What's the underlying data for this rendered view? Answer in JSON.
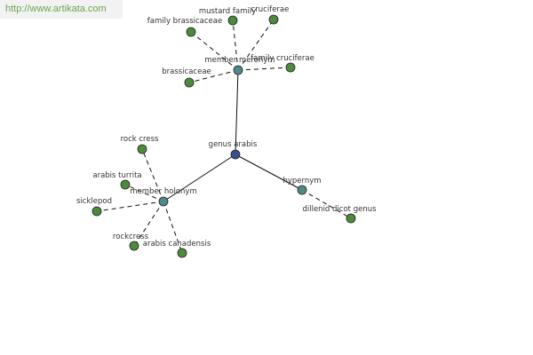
{
  "watermark": "http://www.artikata.com",
  "colors": {
    "root": "#3d4e8f",
    "relation": "#4e8a8a",
    "leaf": "#4b8b3b",
    "stroke": "#222222",
    "edge": "#111111"
  },
  "graph": {
    "nodes": [
      {
        "id": "genus-arabis",
        "label": "genus arabis",
        "kind": "root"
      },
      {
        "id": "member-meronym",
        "label": "member meronym",
        "kind": "relation"
      },
      {
        "id": "member-holonym",
        "label": "member holonym",
        "kind": "relation"
      },
      {
        "id": "hypernym",
        "label": "hypernym",
        "kind": "relation"
      },
      {
        "id": "mustard-family",
        "label": "mustard family",
        "kind": "leaf"
      },
      {
        "id": "cruciferae",
        "label": "cruciferae",
        "kind": "leaf"
      },
      {
        "id": "family-brassicaceae",
        "label": "family brassicaceae",
        "kind": "leaf"
      },
      {
        "id": "family-cruciferae",
        "label": "family cruciferae",
        "kind": "leaf"
      },
      {
        "id": "brassicaceae",
        "label": "brassicaceae",
        "kind": "leaf"
      },
      {
        "id": "rock-cress",
        "label": "rock cress",
        "kind": "leaf"
      },
      {
        "id": "arabis-turrita",
        "label": "arabis turrita",
        "kind": "leaf"
      },
      {
        "id": "sicklepod",
        "label": "sicklepod",
        "kind": "leaf"
      },
      {
        "id": "rockcress",
        "label": "rockcress",
        "kind": "leaf"
      },
      {
        "id": "arabis-canadensis",
        "label": "arabis canadensis",
        "kind": "leaf"
      },
      {
        "id": "dillenid-dicot-genus",
        "label": "dillenid dicot genus",
        "kind": "leaf"
      }
    ],
    "edges": [
      {
        "from": "genus-arabis",
        "to": "member-meronym",
        "style": "solid"
      },
      {
        "from": "genus-arabis",
        "to": "member-holonym",
        "style": "solid"
      },
      {
        "from": "genus-arabis",
        "to": "hypernym",
        "style": "solid"
      },
      {
        "from": "member-meronym",
        "to": "mustard-family",
        "style": "dashed"
      },
      {
        "from": "member-meronym",
        "to": "cruciferae",
        "style": "dashed"
      },
      {
        "from": "member-meronym",
        "to": "family-brassicaceae",
        "style": "dashed"
      },
      {
        "from": "member-meronym",
        "to": "family-cruciferae",
        "style": "dashed"
      },
      {
        "from": "member-meronym",
        "to": "brassicaceae",
        "style": "dashed"
      },
      {
        "from": "member-holonym",
        "to": "rock-cress",
        "style": "dashed"
      },
      {
        "from": "member-holonym",
        "to": "arabis-turrita",
        "style": "dashed"
      },
      {
        "from": "member-holonym",
        "to": "sicklepod",
        "style": "dashed"
      },
      {
        "from": "member-holonym",
        "to": "rockcress",
        "style": "dashed"
      },
      {
        "from": "member-holonym",
        "to": "arabis-canadensis",
        "style": "dashed"
      },
      {
        "from": "hypernym",
        "to": "dillenid-dicot-genus",
        "style": "dashed"
      }
    ]
  }
}
